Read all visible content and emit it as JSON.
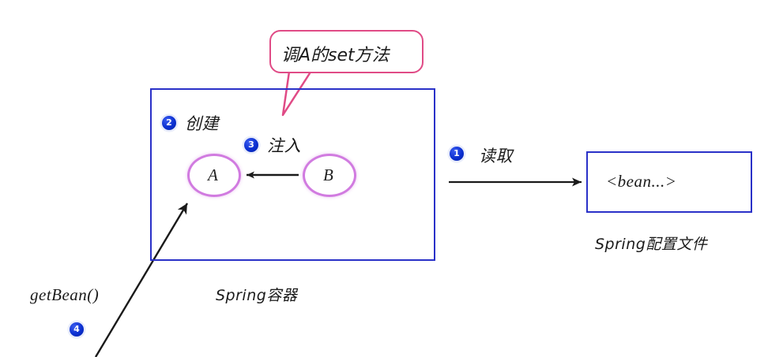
{
  "diagram": {
    "title": "Spring IoC container diagram",
    "colors": {
      "box_border": "#2a31c8",
      "node_border": "#d17be0",
      "bubble_border": "#e04b86",
      "badge_fill": "#0b2fd0",
      "arrow": "#1a1a1a",
      "text": "#1a1a1a",
      "background": "#ffffff"
    },
    "callout": {
      "text": "调A的set方法"
    },
    "container": {
      "caption": "Spring容器"
    },
    "config": {
      "box_text": "<bean...>",
      "caption": "Spring配置文件"
    },
    "nodes": [
      {
        "id": "node-a",
        "label": "A"
      },
      {
        "id": "node-b",
        "label": "B"
      }
    ],
    "steps": [
      {
        "number": "1",
        "label": "读取",
        "name": "step-read"
      },
      {
        "number": "2",
        "label": "创建",
        "name": "step-create"
      },
      {
        "number": "3",
        "label": "注入",
        "name": "step-inject"
      },
      {
        "number": "4",
        "label": "getBean()",
        "name": "step-getbean"
      }
    ]
  }
}
